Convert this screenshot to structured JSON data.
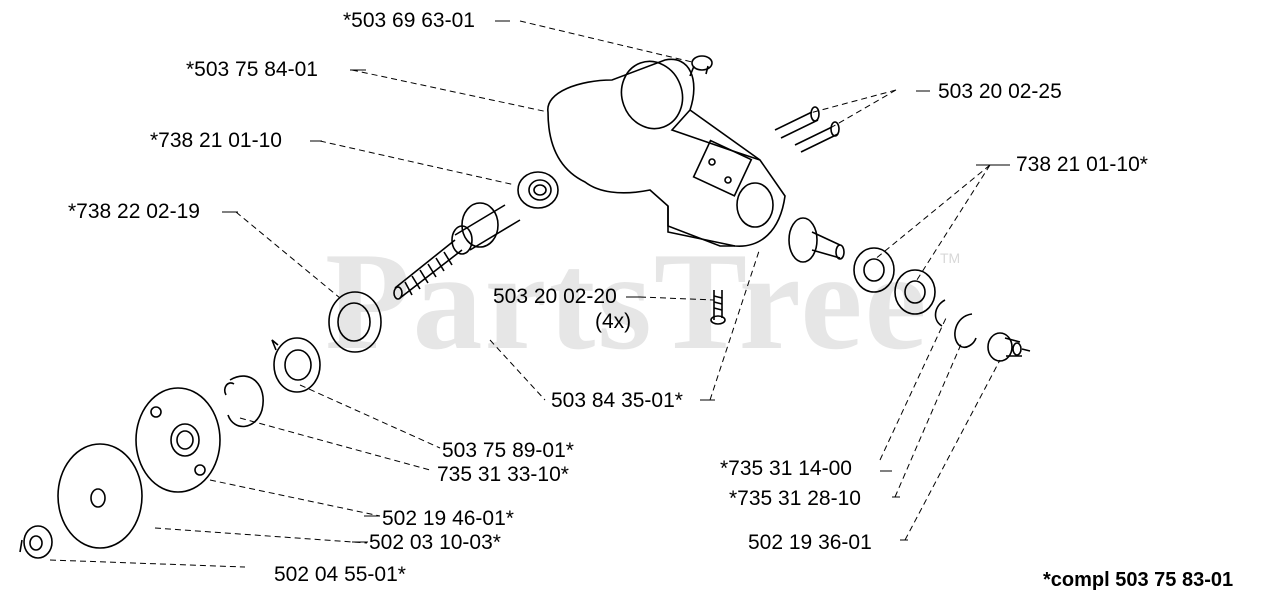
{
  "watermark": {
    "brand": "PartsTree",
    "tm": "TM"
  },
  "labels": {
    "p1": "*503 69 63-01",
    "p2": "*503 75 84-01",
    "p3": "503 20 02-25",
    "p4": "*738 21 01-10",
    "p5": "738 21 01-10*",
    "p6": "*738 22 02-19",
    "p7": "503 20 02-20",
    "p7_qty": "(4x)",
    "p8": "503 84 35-01*",
    "p9": "503 75 89-01*",
    "p10": "735 31 33-10*",
    "p11": "*735 31 14-00",
    "p12": "*735 31 28-10",
    "p13": "502 19 46-01*",
    "p14": "502 03 10-03*",
    "p15": "502 19 36-01",
    "p16": "502 04 55-01*",
    "compl": "*compl 503 75 83-01"
  }
}
